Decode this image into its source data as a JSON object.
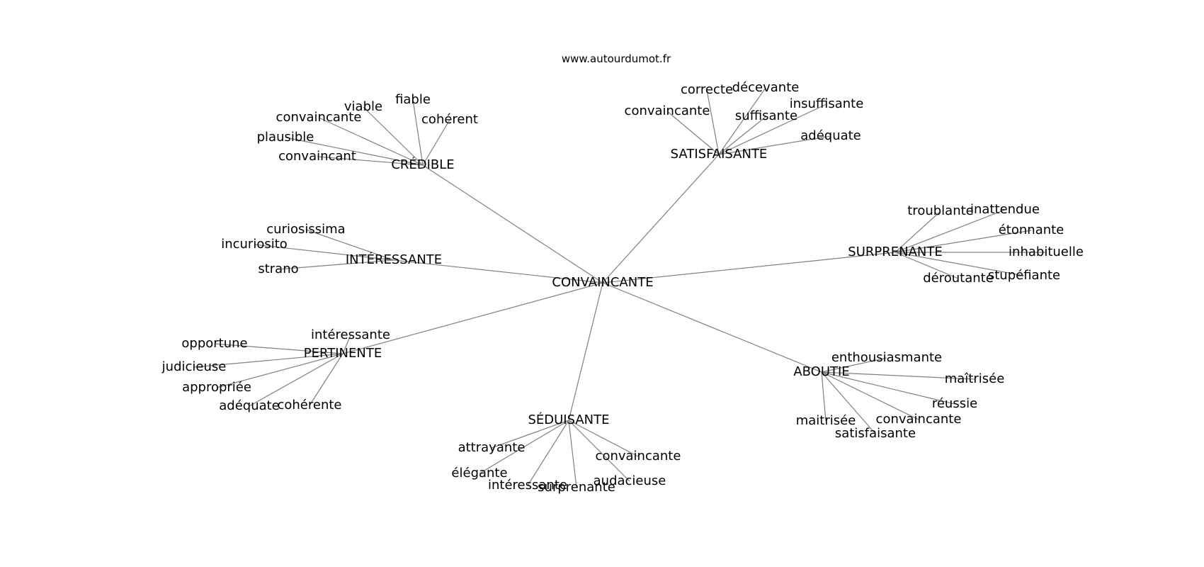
{
  "site": "www.autourdumot.fr",
  "center": "CONVAINCANTE",
  "groups": [
    {
      "label": "CRÉDIBLE",
      "leaves": [
        "fiable",
        "viable",
        "cohérent",
        "convaincante",
        "plausible",
        "convaincant"
      ]
    },
    {
      "label": "SATISFAISANTE",
      "leaves": [
        "correcte",
        "décevante",
        "convaincante",
        "insuffisante",
        "suffisante",
        "adéquate"
      ]
    },
    {
      "label": "INTÉRESSANTE",
      "leaves": [
        "curiosissima",
        "incuriosito",
        "strano"
      ]
    },
    {
      "label": "SURPRENANTE",
      "leaves": [
        "troublante",
        "inattendue",
        "étonnante",
        "inhabituelle",
        "stupéfiante",
        "déroutante"
      ]
    },
    {
      "label": "PERTINENTE",
      "leaves": [
        "intéressante",
        "opportune",
        "judicieuse",
        "appropriée",
        "adéquate",
        "cohérente"
      ]
    },
    {
      "label": "ABOUTIE",
      "leaves": [
        "enthousiasmante",
        "maîtrisée",
        "réussie",
        "convaincante",
        "maitrisée",
        "satisfaisante"
      ]
    },
    {
      "label": "SÉDUISANTE",
      "leaves": [
        "attrayante",
        "convaincante",
        "élégante",
        "audacieuse",
        "intéressante",
        "surprenante"
      ]
    }
  ],
  "colors": {
    "edge": "#808080",
    "text": "#000000",
    "background": "#ffffff"
  }
}
